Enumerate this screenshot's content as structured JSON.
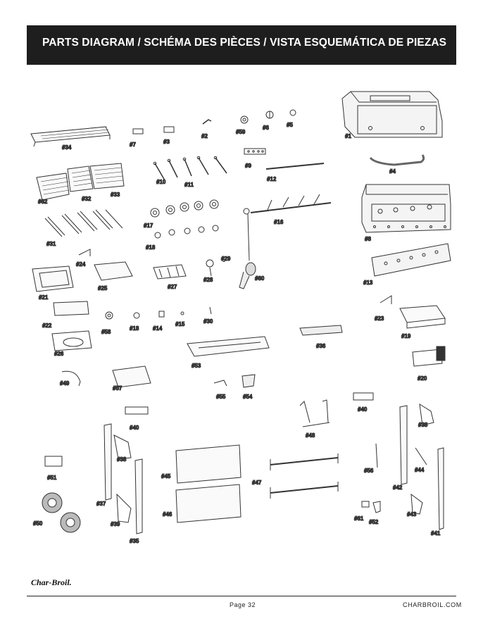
{
  "header": {
    "title": "PARTS DIAGRAM / SCHÉMA DES PIÈCES / VISTA ESQUEMÁTICA DE PIEZAS"
  },
  "footer": {
    "logo": "Char-Broil.",
    "page": "Page 32",
    "website": "CHARBROIL.COM"
  },
  "parts": {
    "p1": "#1",
    "p2": "#2",
    "p3": "#3",
    "p4": "#4",
    "p5": "#5",
    "p6": "#6",
    "p7": "#7",
    "p8": "#8",
    "p9": "#9",
    "p10": "#10",
    "p11": "#11",
    "p12": "#12",
    "p13": "#13",
    "p14": "#14",
    "p15": "#15",
    "p16": "#16",
    "p17": "#17",
    "p18": "#18",
    "p18b": "#18",
    "p19": "#19",
    "p20": "#20",
    "p21": "#21",
    "p22": "#22",
    "p23": "#23",
    "p24": "#24",
    "p25": "#25",
    "p26": "#26",
    "p27": "#27",
    "p28": "#28",
    "p29": "#29",
    "p30": "#30",
    "p31": "#31",
    "p32": "#32",
    "p33": "#33",
    "p34": "#34",
    "p35": "#35",
    "p36": "#36",
    "p37": "#37",
    "p38": "#38",
    "p38b": "#38",
    "p39": "#39",
    "p40": "#40",
    "p40b": "#40",
    "p41": "#41",
    "p42": "#42",
    "p43": "#43",
    "p44": "#44",
    "p45": "#45",
    "p46": "#46",
    "p47": "#47",
    "p48": "#48",
    "p49": "#49",
    "p50": "#50",
    "p51": "#51",
    "p52": "#52",
    "p53": "#53",
    "p54": "#54",
    "p55": "#55",
    "p56": "#56",
    "p57": "#57",
    "p58": "#58",
    "p59": "#59",
    "p60": "#60",
    "p61": "#61",
    "p62": "#62"
  }
}
